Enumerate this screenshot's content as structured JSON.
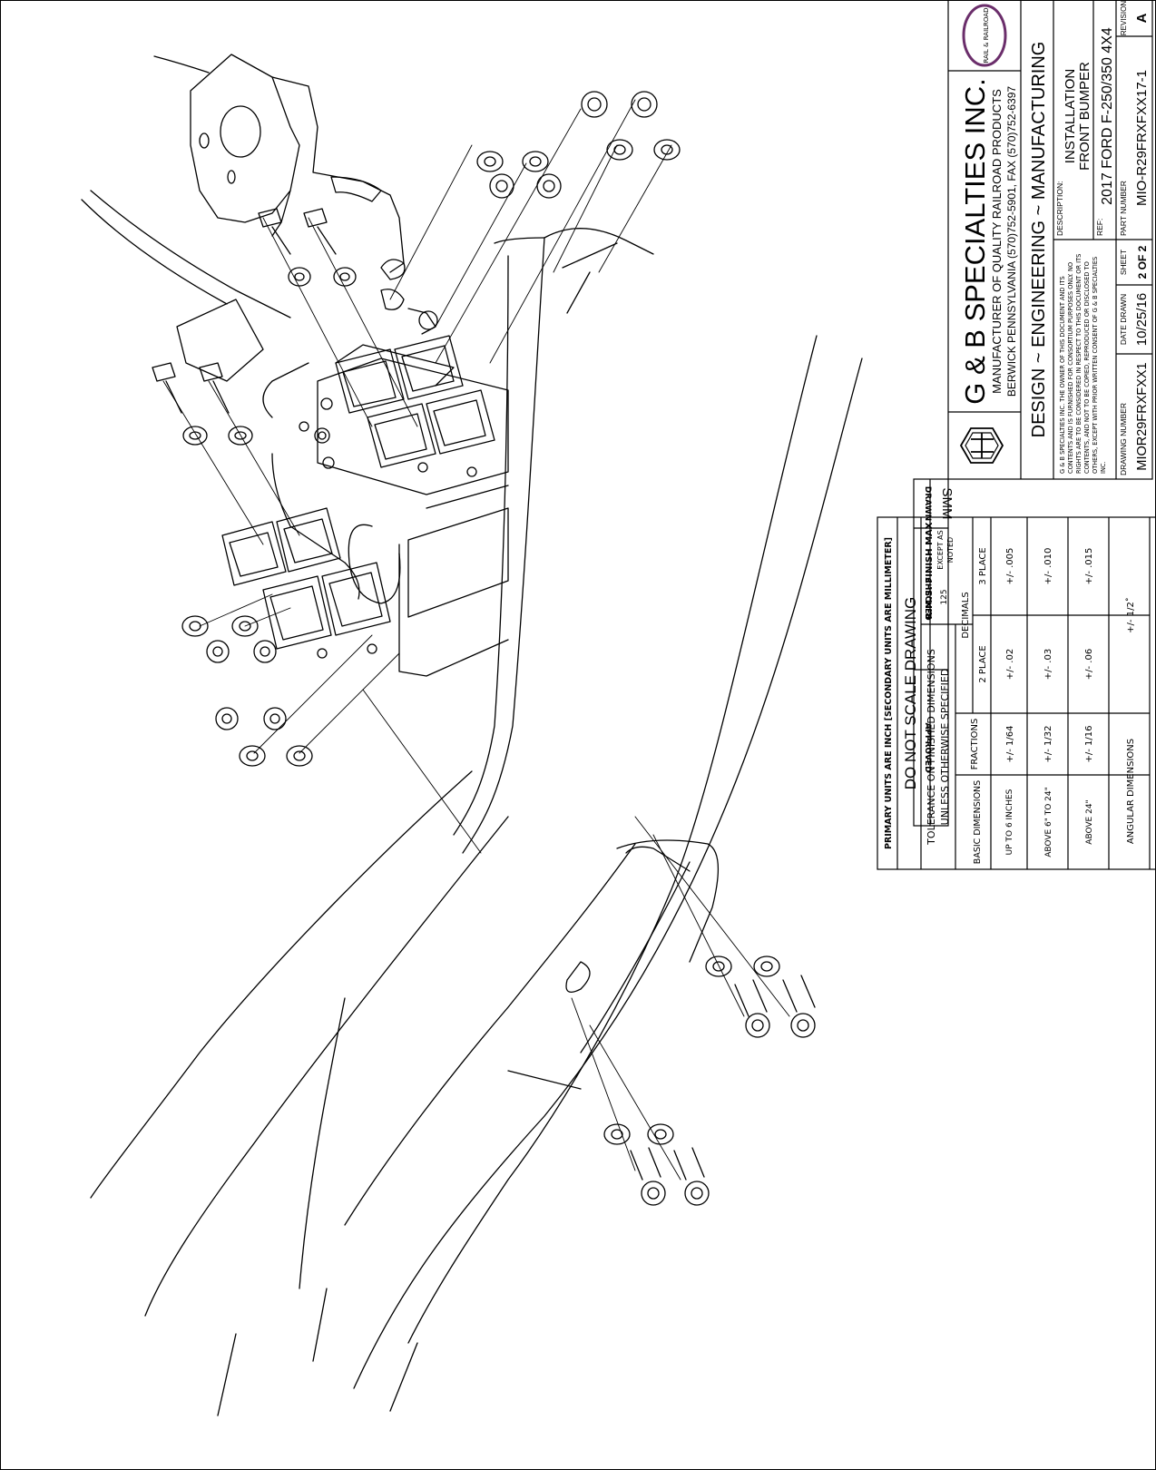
{
  "title_block": {
    "company": "G & B SPECIALTIES INC.",
    "manufacturer_line": "MANUFACTURER OF QUALITY RAILROAD PRODUCTS",
    "address_line": "BERWICK PENNSYLVANIA (570)752-5901, FAX (570)752-6397",
    "slogan": "DESIGN ~ ENGINEERING ~ MANUFACTURING",
    "logo_text": "RAIL & RAILROAD",
    "disclaimer_lines": [
      "G & B SPECIALTIES INC. THE OWNER OF THIS DOCUMENT AND ITS",
      "CONTENTS AND IS FURNISHED FOR CONSORTIUM PURPOSES ONLY. NO",
      "RIGHTS ARE TO BE CONSIDERED IN RESPECT TO THIS DOCUMENT OR ITS",
      "CONTENTS, AND NOT TO BE COPIED, REPRODUCED OR DISCLOSED TO",
      "OTHERS, EXCEPT WITH PRIOR WRITTEN CONSENT OF G & B SPECIALTIES",
      "INC."
    ],
    "description_label": "DESCRIPTION:",
    "description_line1": "INSTALLATION",
    "description_line2": "FRONT BUMPER",
    "ref_label": "REF:",
    "ref_value": "2017 FORD F-250/350 4X4",
    "drawing_number_label": "DRAWING NUMBER",
    "drawing_number": "MIOR29FRXFXX1",
    "date_drawn_label": "DATE DRAWN",
    "date_drawn": "10/25/16",
    "sheet_label": "SHEET",
    "sheet_value": "2 OF 2",
    "part_number_label": "PART NUMBER",
    "part_number": "MIO-R29FRXFXX17-1",
    "revision_label": "REVISION",
    "revision": "A"
  },
  "signoff": {
    "drawn_label": "DRAWN",
    "drawn_value": "SMM",
    "checked_label": "CHECKED",
    "approved_label": "APPROVED"
  },
  "tolerance_block": {
    "units_note": "PRIMARY UNITS ARE INCH [SECONDARY UNITS ARE MILLIMETER]",
    "scale_note": "DO NOT SCALE DRAWING",
    "heading1": "TOLERANCE ON FINISHED DIMENSIONS",
    "heading2": "UNLESS OTHERWISE SPECIFIED",
    "rms_line1": "R.M.S. FINISH MAX",
    "rms_line2": "125",
    "rms_line3": "EXCEPT AS",
    "rms_line4": "NOTED",
    "basic_header": "BASIC DIMENSIONS",
    "fractions_header": "FRACTIONS",
    "decimals_header": "DECIMALS",
    "two_place_header": "2 PLACE",
    "three_place_header": "3 PLACE",
    "rows": [
      {
        "basic": "UP TO 6 INCHES",
        "fraction": "+/- 1/64",
        "two": "+/- .02",
        "three": "+/- .005"
      },
      {
        "basic": "ABOVE 6\" TO 24\"",
        "fraction": "+/- 1/32",
        "two": "+/- .03",
        "three": "+/- .010"
      },
      {
        "basic": "ABOVE 24\"",
        "fraction": "+/- 1/16",
        "two": "+/- .06",
        "three": "+/- .015"
      }
    ],
    "angular_label": "ANGULAR DIMENSIONS",
    "angular_value": "+/- 1/2˚"
  }
}
